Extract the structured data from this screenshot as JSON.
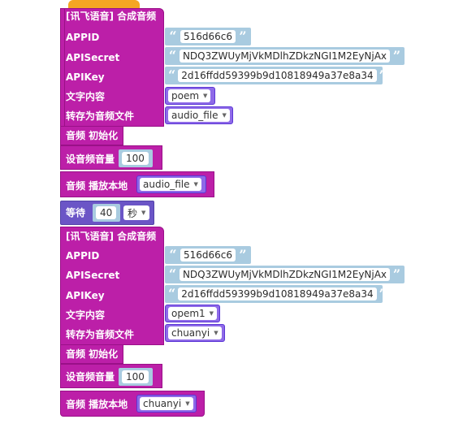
{
  "group1": {
    "title": "[讯飞语音] 合成音频",
    "appid_label": "APPID",
    "appid_value": "516d66c6",
    "apisecret_label": "APISecret",
    "apisecret_value": "NDQ3ZWUyMjVkMDlhZDkzNGI1M2EyNjAx",
    "apikey_label": "APIKey",
    "apikey_value": "2d16ffdd59399b9d10818949a37e8a34",
    "text_label": "文字内容",
    "text_var": "poem",
    "save_label": "转存为音频文件",
    "save_var": "audio_file",
    "init_label": "音频 初始化",
    "volume_label": "设音频音量",
    "volume_value": "100",
    "play_label": "音频 播放本地",
    "play_var": "audio_file"
  },
  "wait": {
    "label": "等待",
    "value": "40",
    "unit": "秒"
  },
  "group2": {
    "title": "[讯飞语音] 合成音频",
    "appid_label": "APPID",
    "appid_value": "516d66c6",
    "apisecret_label": "APISecret",
    "apisecret_value": "NDQ3ZWUyMjVkMDlhZDkzNGI1M2EyNjAx",
    "apikey_label": "APIKey",
    "apikey_value": "2d16ffdd59399b9d10818949a37e8a34",
    "text_label": "文字内容",
    "text_var": "opem1",
    "save_label": "转存为音频文件",
    "save_var": "chuanyi",
    "init_label": "音频 初始化",
    "volume_label": "设音频音量",
    "volume_value": "100",
    "play_label": "音频 播放本地",
    "play_var": "chuanyi"
  }
}
